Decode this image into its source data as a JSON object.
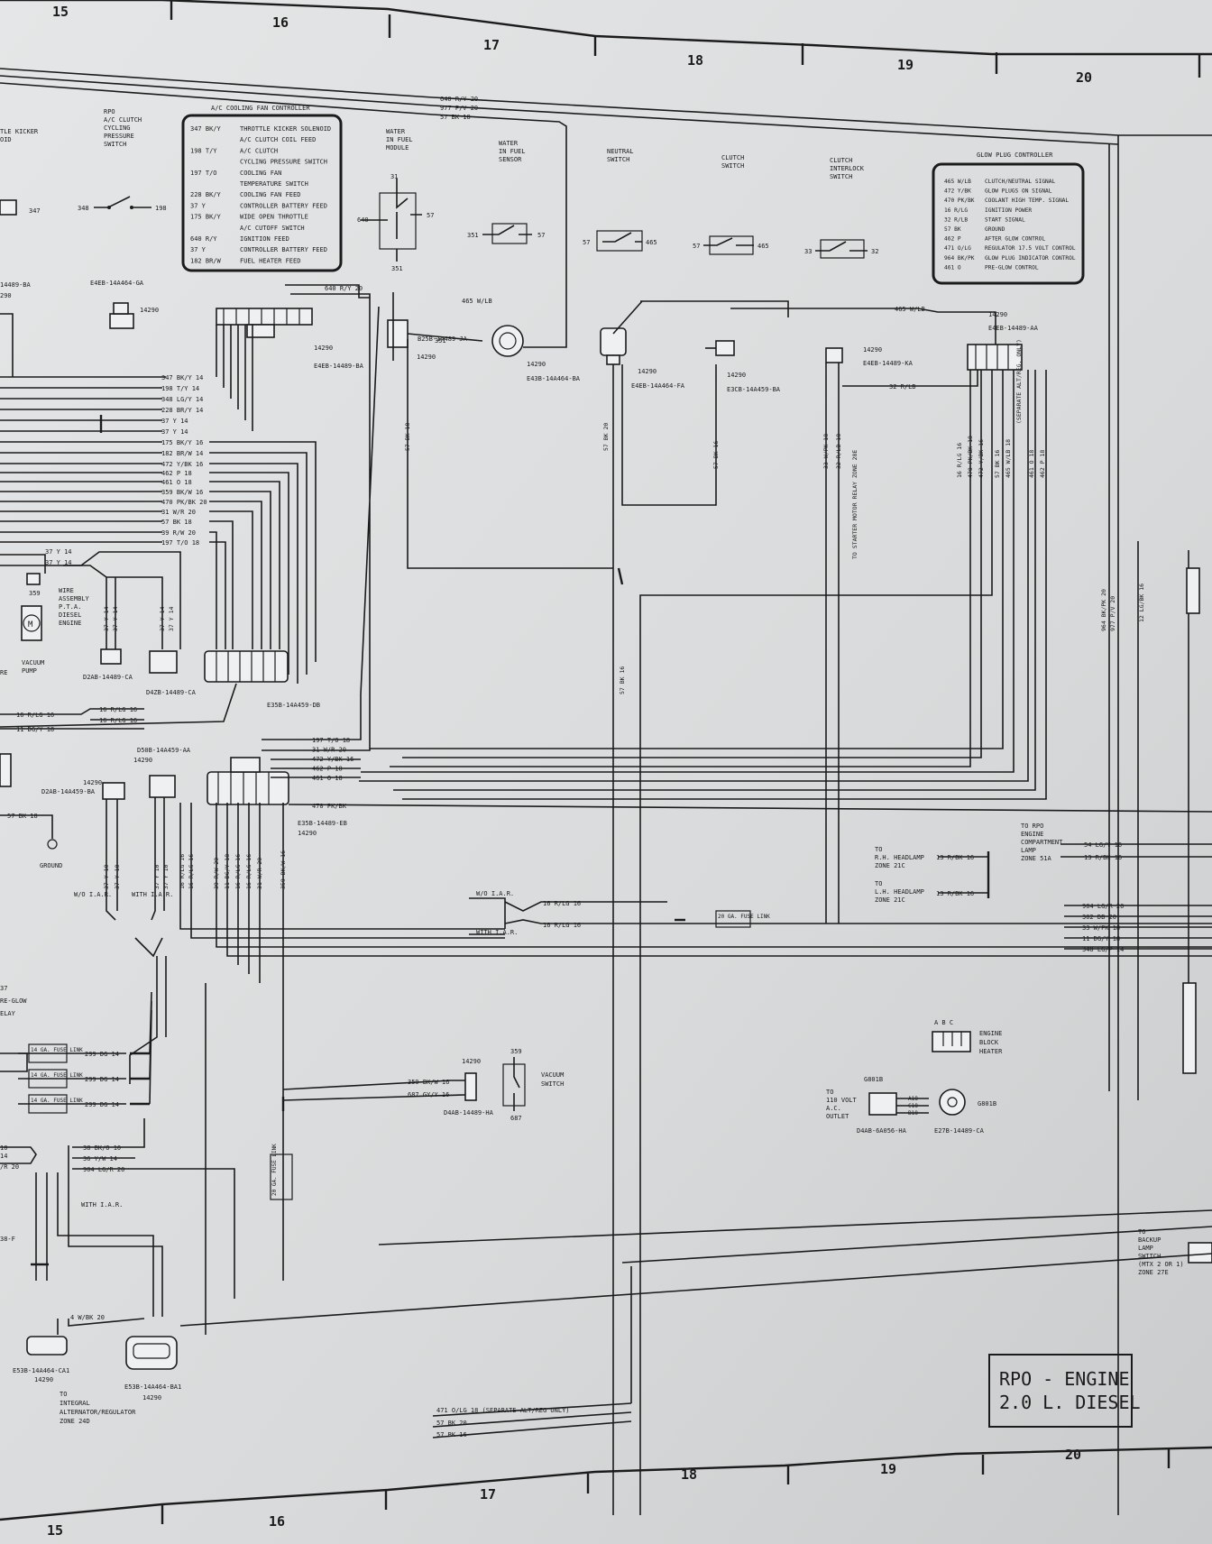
{
  "zones_top": [
    "15",
    "16",
    "17",
    "18",
    "19",
    "20"
  ],
  "zones_bottom": [
    "15",
    "16",
    "17",
    "18",
    "19",
    "20"
  ],
  "top_bus": [
    "640 R/Y 20",
    "977 P/V 20",
    "57 BK 18"
  ],
  "bottom_bus": [
    "471 O/LG 18 (SEPARATE ALT/REG ONLY)",
    "57 BK 20",
    "57 BK 16"
  ],
  "left_partial": [
    "TLE KICKER",
    "OID",
    "14489-BA",
    "290",
    "E4EB-14A464-GA",
    "14290",
    "347"
  ],
  "components": {
    "ac_clutch_switch": {
      "title": [
        "RPO",
        "A/C CLUTCH",
        "CYCLING",
        "PRESSURE",
        "SWITCH"
      ],
      "left": "348",
      "right": "198"
    },
    "water_module": {
      "title": [
        "WATER",
        "IN FUEL",
        "MODULE"
      ],
      "top": "31",
      "left": "640",
      "right": "57",
      "bottom": "351"
    },
    "water_sensor": {
      "title": [
        "WATER",
        "IN FUEL",
        "SENSOR"
      ],
      "left": "351",
      "right": "57"
    },
    "neutral_switch": {
      "title": [
        "NEUTRAL",
        "SWITCH"
      ],
      "left": "57",
      "right": "465"
    },
    "clutch_switch": {
      "title": [
        "CLUTCH",
        "SWITCH"
      ],
      "left": "57",
      "right": "465"
    },
    "clutch_interlock": {
      "title": [
        "CLUTCH",
        "INTERLOCK",
        "SWITCH"
      ],
      "left": "33",
      "right": "32"
    }
  },
  "ac_fan_controller": {
    "title": "A/C COOLING FAN CONTROLLER",
    "rows": [
      {
        "wire": "347 BK/Y",
        "desc": "THROTTLE KICKER SOLENOID"
      },
      {
        "wire": "",
        "desc": "A/C CLUTCH COIL FEED"
      },
      {
        "wire": "198 T/Y",
        "desc": "A/C CLUTCH"
      },
      {
        "wire": "",
        "desc": "CYCLING PRESSURE SWITCH"
      },
      {
        "wire": "197 T/O",
        "desc": "COOLING FAN"
      },
      {
        "wire": "",
        "desc": "TEMPERATURE SWITCH"
      },
      {
        "wire": "228 BK/Y",
        "desc": "COOLING FAN FEED"
      },
      {
        "wire": "37 Y",
        "desc": "CONTROLLER BATTERY FEED"
      },
      {
        "wire": "175 BK/Y",
        "desc": "WIDE OPEN THROTTLE"
      },
      {
        "wire": "",
        "desc": "A/C CUTOFF SWITCH"
      },
      {
        "wire": "640 R/Y",
        "desc": "IGNITION FEED"
      },
      {
        "wire": "37 Y",
        "desc": "CONTROLLER BATTERY FEED"
      },
      {
        "wire": "182 BR/W",
        "desc": "FUEL HEATER FEED"
      }
    ]
  },
  "glow_plug_controller": {
    "title": "GLOW PLUG CONTROLLER",
    "rows": [
      {
        "wire": "465 W/LB",
        "desc": "CLUTCH/NEUTRAL SIGNAL"
      },
      {
        "wire": "472 Y/BK",
        "desc": "GLOW PLUGS ON SIGNAL"
      },
      {
        "wire": "470 PK/BK",
        "desc": "COOLANT HIGH TEMP. SIGNAL"
      },
      {
        "wire": "16 R/LG",
        "desc": "IGNITION POWER"
      },
      {
        "wire": "32 R/LB",
        "desc": "START SIGNAL"
      },
      {
        "wire": "57 BK",
        "desc": "GROUND"
      },
      {
        "wire": "462 P",
        "desc": "AFTER GLOW CONTROL"
      },
      {
        "wire": "471 O/LG",
        "desc": "REGULATOR 17.5 VOLT CONTROL"
      },
      {
        "wire": "964 BK/PK",
        "desc": "GLOW PLUG INDICATOR CONTROL"
      },
      {
        "wire": "461 O",
        "desc": "PRE-GLOW CONTROL"
      }
    ]
  },
  "harness_bundle": [
    "347 BK/Y 14",
    "198 T/Y 14",
    "348 LG/Y 14",
    "228 BR/Y 14",
    "37 Y 14",
    "37 Y 14",
    "175 BK/Y 16",
    "182 BR/W 14",
    "472 Y/BK 16",
    "462 P 18",
    "461 O 18",
    "359 BK/W 16",
    "470 PK/BK 20",
    "31 W/R 20",
    "57 BK 18",
    "39 R/W 20",
    "197 T/O 18"
  ],
  "lower_bundle": [
    "197 T/O 18",
    "31 W/R 20",
    "472 Y/BK 16",
    "462 P 18",
    "461 O 18"
  ],
  "connector_labels": {
    "c1": "E4EB-14489-BA",
    "c1n": "14290",
    "c2": "B25B-14489-JA",
    "c2n": "14290",
    "c3": "E43B-14A464-BA",
    "c3n": "14290",
    "c4": "E4EB-14A464-FA",
    "c4n": "14290",
    "c5": "E3CB-14A459-BA",
    "c5n": "14290",
    "c6": "E4EB-14489-KA",
    "c6n": "14290",
    "c7": "E4EB-14489-AA",
    "c7n": "14290",
    "c8": "E35B-14A459-DB",
    "c9": "D2AB-14489-CA",
    "c10": "D4ZB-14489-CA",
    "c11": "D50B-14A459-AA",
    "c11n": "14290",
    "c12": "D2AB-14A459-BA",
    "c12n": "14290",
    "c13": "E35B-14489-EB",
    "c13n": "14290",
    "c14": "D4AB-14489-HA",
    "c14n": "14290",
    "c15": "D4AB-6A056-HA",
    "c16": "E27B-14489-CA",
    "c17": "E53B-14A464-CA1",
    "c17n": "14290",
    "c18": "E53B-14A464-BA1",
    "c18n": "14290"
  },
  "vertical_labels": {
    "v57bk18": "57 BK 18",
    "v57bk20": "57 BK 20",
    "v57bk16a": "57 BK 16",
    "v57bk16b": "57 BK 16",
    "v33": "33 W/PK 18",
    "v32": "32 R/LB 18",
    "starter": "TO STARTER MOTOR RELAY ZONE 28E",
    "v16rlg": "16 R/LG 16",
    "v470": "470 PK/BK 18",
    "v472": "472 Y/BK 16",
    "v57bk": "57 BK 16",
    "v465": "465 W/LB 18",
    "sepalt": "(SEPARATE ALT/REG. ONLY)",
    "v461": "461 O 18",
    "v462": "462 P 18",
    "v964": "964 BK/PK 20",
    "v977": "977 P/V 20",
    "v12lg": "12 LG/BK 16",
    "v37a": "37 Y 10",
    "v37b": "37 Y 10",
    "v16a": "16 R/LG 16",
    "v16b": "16 R/LG 16",
    "v39": "39 R/W 20",
    "v11": "11 DG/Y 18",
    "v16c": "16 R/LG 16",
    "v16d": "16 R/LG 16",
    "v31": "31 W/R 20",
    "v359": "359 BK/W 16",
    "v37c": "37 Y 10",
    "v37d": "37 Y 10",
    "v37e": "37 Y 14",
    "v37f": "37 Y 14",
    "v37g": "37 Y 14",
    "v37h": "37 Y 14"
  },
  "misc": {
    "wire_37y_a": "37 Y 14",
    "wire_37y_b": "37 Y 14",
    "diesel_assembly": [
      "WIRE",
      "ASSEMBLY",
      "P.T.A.",
      "DIESEL",
      "ENGINE"
    ],
    "vacuum_pump": [
      "VACUUM",
      "PUMP"
    ],
    "w359": "359",
    "wire_16a": "16 R/LG 16",
    "wire_16b": "16 R/LG 16",
    "wire_16c": "16 R/LG 16",
    "wire_11": "11 DG/Y 18",
    "ground_wire": "57 BK 18",
    "ground": "GROUND",
    "wo_iar": "W/O I.A.R.",
    "with_iar": "WITH I.A.R.",
    "iar_wo": "W/O I.A.R.",
    "iar_with": "WITH I.A.R.",
    "iar_out1": "16 R/LG 16",
    "iar_out2": "16 R/LG 16",
    "fuse_link_20": "20 GA. FUSE LINK",
    "fuse_link_20v": "20 GA. FUSE LINK",
    "fuse14_a": "14 GA. FUSE LINK",
    "fuse14_b": "14 GA. FUSE LINK",
    "fuse14_c": "14 GA. FUSE LINK",
    "wire299_a": "299 DG 14",
    "wire299_b": "299 DG 14",
    "wire299_c": "299 DG 14",
    "wire38": "38 BK/O 10",
    "wire36": "36 Y/W 14",
    "wire904": "904 LG/R 20",
    "with_iar2": "WITH I.A.R.",
    "wire4": "4 W/BK 20",
    "wire359bk": "359 BK/W 16",
    "wire687": "687 GY/Y 16",
    "vacuum_switch": [
      "VACUUM",
      "SWITCH"
    ],
    "vs_top": "359",
    "vs_bot": "687",
    "rh_headlamp": [
      "TO",
      "R.H. HEADLAMP",
      "ZONE 21C"
    ],
    "lh_headlamp": [
      "TO",
      "L.H. HEADLAMP",
      "ZONE 21C"
    ],
    "wire13a": "13 R/BK 16",
    "wire13b": "13 R/BK 16",
    "wire13c": "13 R/BK 16",
    "rpo_comp_lamp": [
      "TO RPO",
      "ENGINE",
      "COMPARTMENT",
      "LAMP",
      "ZONE 51A"
    ],
    "wire54": "54 LG/Y 16",
    "right_bundle": [
      "904 LG/R 20",
      "302 DB 20",
      "33 W/PK 18",
      "11 DG/Y 18",
      "348 LG/P 14"
    ],
    "block_heater": [
      "ENGINE",
      "BLOCK",
      "HEATER"
    ],
    "abc": "A B C",
    "ac_outlet": [
      "TO",
      "110 VOLT",
      "A.C.",
      "OUTLET"
    ],
    "g801b": "G801B",
    "g801b_2": "G801B",
    "a18": "A18",
    "c18": "C18",
    "b18": "B18",
    "backup_lamp": [
      "TO",
      "BACKUP",
      "LAMP",
      "SWITCH",
      "(MTX 2 OR 1)",
      "ZONE 27E"
    ],
    "alternator": [
      "TO",
      "INTEGRAL",
      "ALTERNATOR/REGULATOR",
      "ZONE 24D"
    ],
    "left_glow_relay": [
      "37",
      "RE-GLOW",
      "ELAY"
    ],
    "left_e38": "38-F",
    "left_10": "10",
    "left_14": "14",
    "left_r20": "/R 20",
    "left_pump_re": "RE",
    "left_16": "16 R/LG 16",
    "left_11": "11 DG/Y 18",
    "left_57": "57 BK 18"
  },
  "rpo_box": {
    "line1": "RPO - ENGINE",
    "line2": "2.0 L. DIESEL"
  }
}
